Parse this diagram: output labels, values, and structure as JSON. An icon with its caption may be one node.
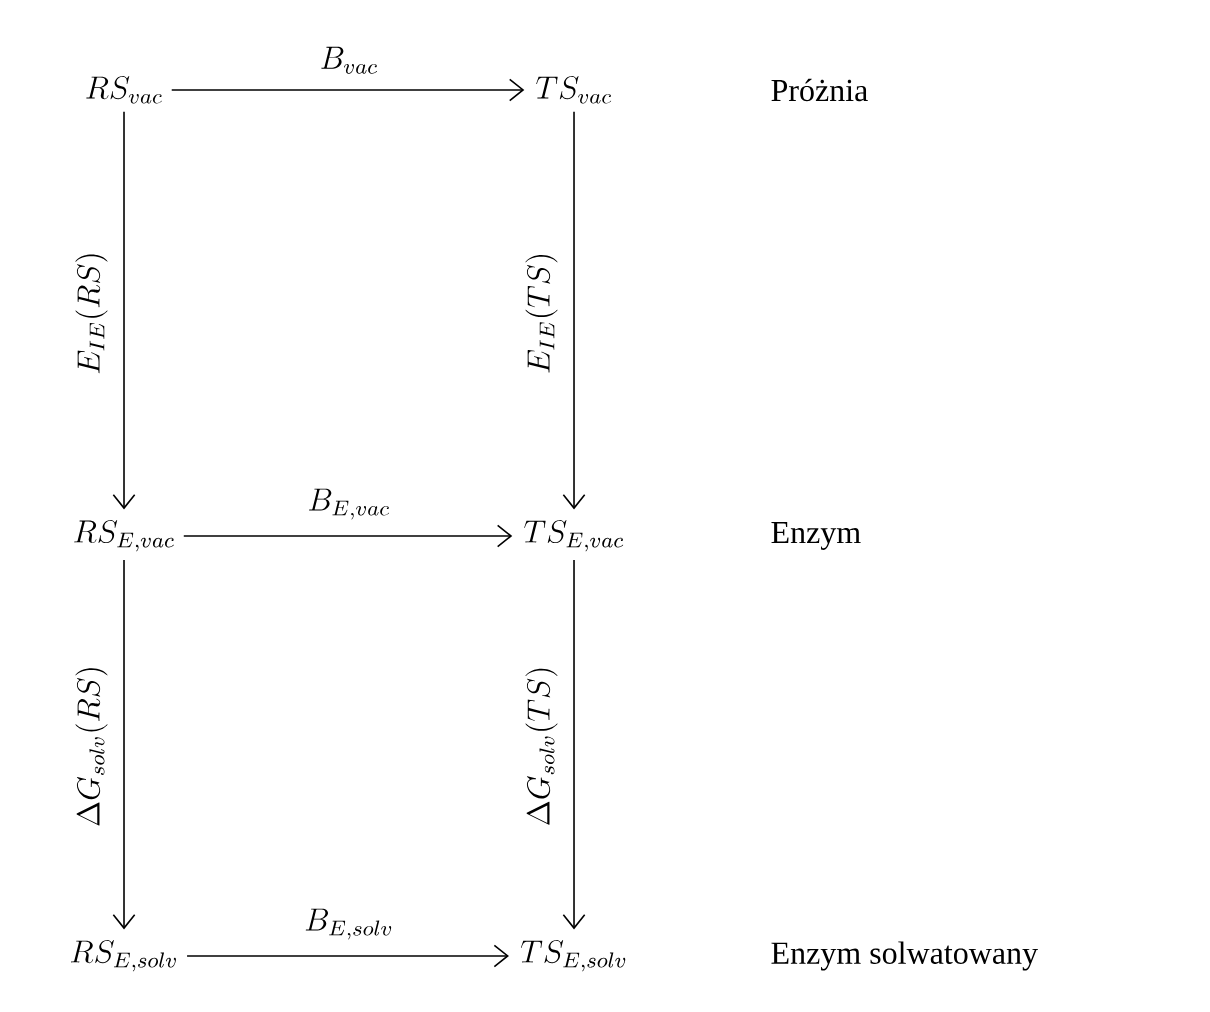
{
  "diagram": {
    "nodes": [
      {
        "text": [
          "RS_{vac}"
        ]
      },
      {
        "text": [
          "TS_{vac}"
        ]
      },
      {
        "text": [
          "RS_{E,vac}"
        ]
      },
      {
        "text": [
          "TS_{E,vac}"
        ]
      },
      {
        "text": [
          "RS_{E,solv}"
        ]
      },
      {
        "text": [
          "TS_{E,solv}"
        ]
      }
    ],
    "edges": [
      {
        "from": 0,
        "to": 1,
        "arrow": "to",
        "label": "B_{vac}"
      },
      {
        "from": 0,
        "to": 2,
        "arrow": "to",
        "label": "E_{IE}(RS)"
      },
      {
        "from": 1,
        "to": 3,
        "arrow": "to",
        "label": "E_{IE}(TS)"
      },
      {
        "from": 2,
        "to": 3,
        "arrow": "to",
        "label": "B_{E,vac}"
      },
      {
        "from": 2,
        "to": 4,
        "arrow": "to",
        "label": "\\Delta G_{solv}(RS)"
      },
      {
        "from": 3,
        "to": 5,
        "arrow": "to",
        "label": "\\Delta G_{solv}(TS)"
      },
      {
        "from": 4,
        "to": 5,
        "arrow": "to",
        "label": "B_{E,solv}"
      }
    ],
    "labels": [
      "Próżnia",
      "Enzym",
      "Enzym solwatowany"
    ]
  }
}
